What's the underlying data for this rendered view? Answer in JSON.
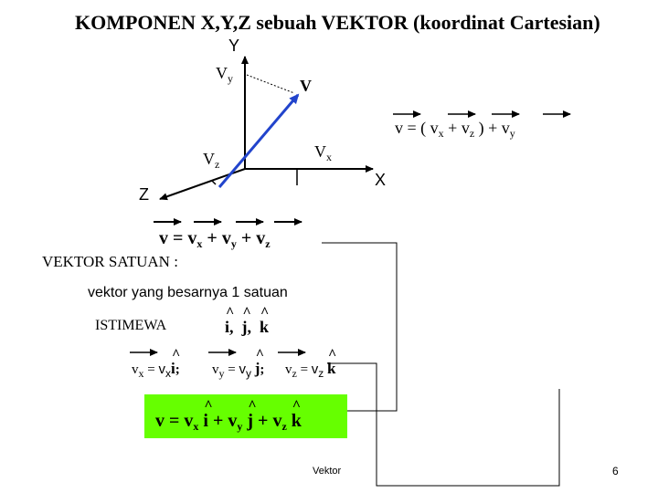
{
  "slide": {
    "title": "KOMPONEN X,Y,Z sebuah VEKTOR (koordinat Cartesian)",
    "footer_label": "Vektor",
    "page_number": "6"
  },
  "diagram": {
    "axis_y": "Y",
    "axis_x": "X",
    "axis_z": "Z",
    "vector_label": "V",
    "comp_y": "V",
    "comp_y_sub": "y",
    "comp_x": "V",
    "comp_x_sub": "x",
    "comp_z": "V",
    "comp_z_sub": "z"
  },
  "equations": {
    "sum_grouped": {
      "lhs": "v",
      "eq": " = ( ",
      "a": "v",
      "a_sub": "x",
      "plus1": " + ",
      "b": "v",
      "b_sub": "z",
      "close": " ) + ",
      "c": "v",
      "c_sub": "y"
    },
    "sum_plain": {
      "lhs": "v",
      "eq": " = ",
      "a": "v",
      "a_sub": "x",
      "plus1": " + ",
      "b": "v",
      "b_sub": "y",
      "plus2": " + ",
      "c": "v",
      "c_sub": "z"
    },
    "unit_title": "VEKTOR SATUAN :",
    "unit_desc": "vektor yang besarnya 1 satuan",
    "special_label": "ISTIMEWA",
    "unit_i": "i",
    "unit_j": "j",
    "unit_k": "k",
    "sep": ",",
    "vx_def": {
      "v": "v",
      "sub": "x",
      "eq": " = ",
      "comp": "v",
      "csub": "x",
      "unit": "i",
      "end": ";"
    },
    "vy_def": {
      "v": "v",
      "sub": "y",
      "eq": " = ",
      "comp": "v",
      "csub": "y",
      "unit": "j",
      "end": ";"
    },
    "vz_def": {
      "v": "v",
      "sub": "z",
      "eq": " = ",
      "comp": "v",
      "csub": "z",
      "unit": "k"
    },
    "final": {
      "lhs": "v",
      "eq": " =  ",
      "a": "v",
      "a_sub": "x",
      "u1": "i",
      "p1": " + ",
      "b": "v",
      "b_sub": "y",
      "u2": "j",
      "p2": " + ",
      "c": "v",
      "c_sub": "z",
      "u3": "k"
    }
  },
  "colors": {
    "vector": "#2244cc",
    "highlight": "#66ff00"
  }
}
